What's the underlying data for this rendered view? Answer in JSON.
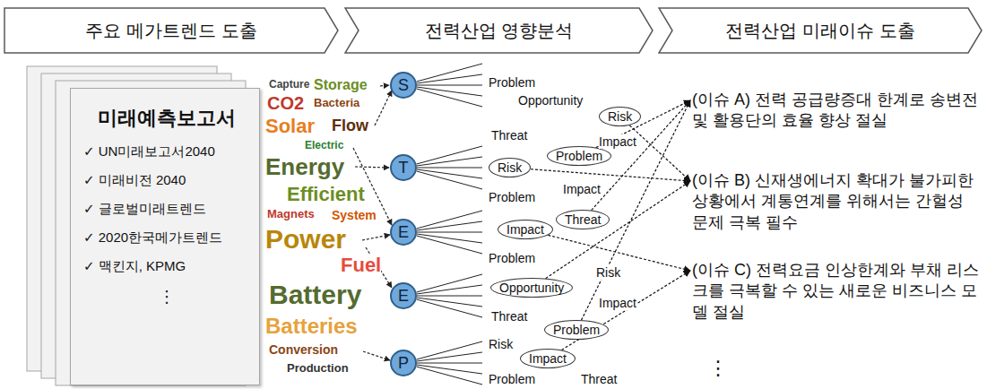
{
  "diagram": {
    "nodes": [
      {
        "text": [
          "주요 메가트렌드 도출"
        ]
      },
      {
        "text": [
          "전력산업 영향분석"
        ]
      },
      {
        "text": [
          "전력산업 미래이슈 도출"
        ]
      },
      {
        "text": [
          "미래예측보고서",
          "✓ UN미래보고서2040",
          "✓ 미래비전 2040",
          "✓ 글로벌미래트렌드",
          "✓ 2020한국메가트렌드",
          "✓ 맥킨지, KPMG",
          "⋮"
        ]
      },
      {
        "text": [
          "S"
        ]
      },
      {
        "text": [
          "T"
        ]
      },
      {
        "text": [
          "E"
        ]
      },
      {
        "text": [
          "E"
        ]
      },
      {
        "text": [
          "P"
        ]
      },
      {
        "text": [
          "Risk"
        ]
      },
      {
        "text": [
          "Problem"
        ]
      },
      {
        "text": [
          "Risk"
        ]
      },
      {
        "text": [
          "Threat"
        ]
      },
      {
        "text": [
          "Impact"
        ]
      },
      {
        "text": [
          "Opportunity"
        ]
      },
      {
        "text": [
          "Problem"
        ]
      },
      {
        "text": [
          "Impact"
        ]
      },
      {
        "text": [
          "(이슈 A) 전력 공급량증대 한계로 송변전 및 활용단의 효율 향상 절실"
        ]
      },
      {
        "text": [
          "(이슈 B) 신재생에너지 확대가 불가피한 상황에서 계통연계를 위해서는 간헐성 문제 극복 필수"
        ]
      },
      {
        "text": [
          "(이슈 C) 전력요금 인상한계와 부채 리스크를 극복할 수 있는 새로운 비즈니스 모델 절실"
        ]
      }
    ],
    "edges": [
      {
        "from": 9,
        "to": 18,
        "arrow": "to"
      },
      {
        "from": 10,
        "to": 17,
        "arrow": "to"
      },
      {
        "from": 11,
        "to": 18,
        "arrow": "to"
      },
      {
        "from": 12,
        "to": 17,
        "arrow": "to"
      },
      {
        "from": 13,
        "to": 19,
        "arrow": "to"
      },
      {
        "from": 14,
        "to": 18,
        "arrow": "to"
      },
      {
        "from": 15,
        "to": 17,
        "arrow": "to"
      },
      {
        "from": 16,
        "to": 19,
        "arrow": "to"
      }
    ],
    "labels": [
      "Capture",
      "Storage",
      "CO2",
      "Bacteria",
      "Solar",
      "Flow",
      "Electric",
      "Energy",
      "Efficient",
      "Magnets",
      "System",
      "Power",
      "Fuel",
      "Battery",
      "Batteries",
      "Conversion",
      "Production",
      "Problem",
      "Opportunity",
      "Impact",
      "Threat",
      "Problem",
      "Impact",
      "Problem",
      "Risk",
      "Impact",
      "Threat",
      "Risk",
      "Problem",
      "Threat",
      "⋮"
    ]
  }
}
